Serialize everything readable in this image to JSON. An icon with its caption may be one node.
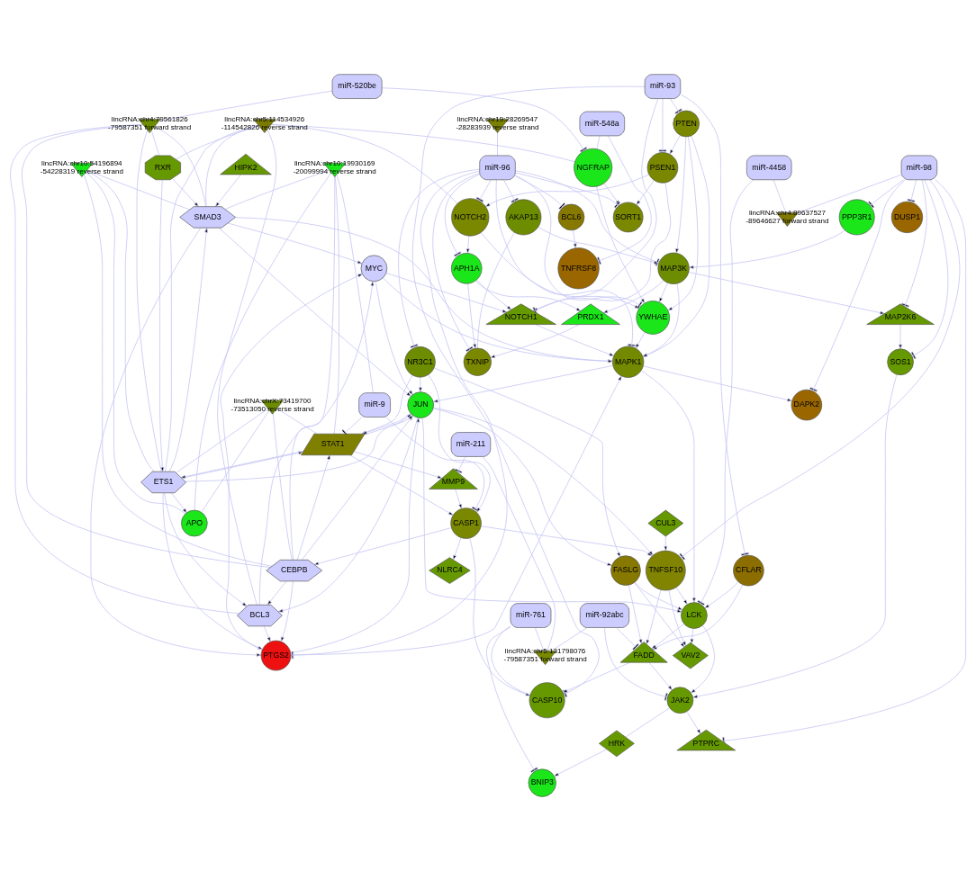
{
  "diagram": {
    "nodes": [
      {
        "text": [
          "miR-520be"
        ]
      },
      {
        "text": [
          "HIPK2"
        ]
      },
      {
        "text": [
          "lincRNA:chr10:54196894 -54228319 reverse strand"
        ]
      },
      {
        "text": [
          "lincRNA:chr4:79561826 -79587351 forward strand"
        ]
      },
      {
        "text": [
          "miR-548a"
        ]
      },
      {
        "text": [
          "NGFRAP"
        ]
      },
      {
        "text": [
          "lincRNA:chrX:73419700 -73513050 reverse strand"
        ]
      },
      {
        "text": [
          "lincRNA:chr10:19930169 -20099994 reverse strand"
        ]
      },
      {
        "text": [
          "miR-9"
        ]
      },
      {
        "text": [
          "lincRNA:chr5:114534926 -114542826 reverse strand"
        ]
      },
      {
        "text": [
          "RXR"
        ]
      },
      {
        "text": [
          "APO"
        ]
      },
      {
        "text": [
          "NLRC4"
        ]
      },
      {
        "text": [
          "SMAD3"
        ]
      },
      {
        "text": [
          "ETS1"
        ]
      },
      {
        "text": [
          "CEBPB"
        ]
      },
      {
        "text": [
          "TNFRSF8"
        ]
      },
      {
        "text": [
          "SORT1"
        ]
      },
      {
        "text": [
          "NOTCH2"
        ]
      },
      {
        "text": [
          "PSEN1"
        ]
      },
      {
        "text": [
          "BCL3"
        ]
      },
      {
        "text": [
          "STAT1"
        ]
      },
      {
        "text": [
          "MMP9"
        ]
      },
      {
        "text": [
          "CASP1"
        ]
      },
      {
        "text": [
          "miR-93"
        ]
      },
      {
        "text": [
          "MYC"
        ]
      },
      {
        "text": [
          "PTGS2"
        ]
      },
      {
        "text": [
          "miR-211"
        ]
      },
      {
        "text": [
          "BCL6"
        ]
      },
      {
        "text": [
          "YWHAE"
        ]
      },
      {
        "text": [
          "NR3C1"
        ]
      },
      {
        "text": [
          "APH1A"
        ]
      },
      {
        "text": [
          "PRDX1"
        ]
      },
      {
        "text": [
          "miR-96"
        ]
      },
      {
        "text": [
          "NOTCH1"
        ]
      },
      {
        "text": [
          "MAPK1"
        ]
      },
      {
        "text": [
          "JUN"
        ]
      },
      {
        "text": [
          "FASLG"
        ]
      },
      {
        "text": [
          "TNFSF10"
        ]
      },
      {
        "text": [
          "CUL3"
        ]
      },
      {
        "text": [
          "VAV2"
        ]
      },
      {
        "text": [
          "PTEN"
        ]
      },
      {
        "text": [
          "MAP3K"
        ]
      },
      {
        "text": [
          "CFLAR"
        ]
      },
      {
        "text": [
          "LCK"
        ]
      },
      {
        "text": [
          "FADD"
        ]
      },
      {
        "text": [
          "lincRNA:chr19:28269547 -28283939 reverse strand"
        ]
      },
      {
        "text": [
          "TXNIP"
        ]
      },
      {
        "text": [
          "AKAP13"
        ]
      },
      {
        "text": [
          "miR-98"
        ]
      },
      {
        "text": [
          "CASP10"
        ]
      },
      {
        "text": [
          "miR-92abc"
        ]
      },
      {
        "text": [
          "lincRNA:chr5:131798076 -79587351 forward strand"
        ]
      },
      {
        "text": [
          "JAK2"
        ]
      },
      {
        "text": [
          "DUSP1"
        ]
      },
      {
        "text": [
          "MAP2K6"
        ]
      },
      {
        "text": [
          "SOS1"
        ]
      },
      {
        "text": [
          "DAPK2"
        ]
      },
      {
        "text": [
          "PPP3R1"
        ]
      },
      {
        "text": [
          "PTPRC"
        ]
      },
      {
        "text": [
          "HRK"
        ]
      },
      {
        "text": [
          "miR-761"
        ]
      },
      {
        "text": [
          "miR-4458"
        ]
      },
      {
        "text": [
          "lincRNA:chr4:89637527 -89646627 forward strand"
        ]
      },
      {
        "text": [
          "BNIP3"
        ]
      }
    ],
    "edges": [
      {
        "from": 0,
        "to": 5,
        "arrow": "other"
      },
      {
        "from": 0,
        "to": 3,
        "arrow": "none"
      },
      {
        "from": 4,
        "to": 5,
        "arrow": "none"
      },
      {
        "from": 4,
        "to": 16,
        "arrow": "other"
      },
      {
        "from": 5,
        "to": 17,
        "arrow": "to"
      },
      {
        "from": 5,
        "to": 29,
        "arrow": "to"
      },
      {
        "from": 9,
        "to": 5,
        "arrow": "none"
      },
      {
        "from": 1,
        "to": 13,
        "arrow": "to"
      },
      {
        "from": 9,
        "to": 10,
        "arrow": "none"
      },
      {
        "from": 9,
        "to": 13,
        "arrow": "none"
      },
      {
        "from": 9,
        "to": 14,
        "arrow": "none"
      },
      {
        "from": 9,
        "to": 20,
        "arrow": "none"
      },
      {
        "from": 9,
        "to": 18,
        "arrow": "none"
      },
      {
        "from": 3,
        "to": 10,
        "arrow": "none"
      },
      {
        "from": 3,
        "to": 13,
        "arrow": "none"
      },
      {
        "from": 3,
        "to": 14,
        "arrow": "none"
      },
      {
        "from": 3,
        "to": 15,
        "arrow": "none"
      },
      {
        "from": 3,
        "to": 20,
        "arrow": "none"
      },
      {
        "from": 2,
        "to": 11,
        "arrow": "none"
      },
      {
        "from": 2,
        "to": 13,
        "arrow": "none"
      },
      {
        "from": 2,
        "to": 14,
        "arrow": "none"
      },
      {
        "from": 2,
        "to": 15,
        "arrow": "none"
      },
      {
        "from": 6,
        "to": 11,
        "arrow": "none"
      },
      {
        "from": 6,
        "to": 14,
        "arrow": "none"
      },
      {
        "from": 6,
        "to": 15,
        "arrow": "none"
      },
      {
        "from": 6,
        "to": 21,
        "arrow": "none"
      },
      {
        "from": 7,
        "to": 8,
        "arrow": "none"
      },
      {
        "from": 7,
        "to": 11,
        "arrow": "none"
      },
      {
        "from": 7,
        "to": 13,
        "arrow": "none"
      },
      {
        "from": 7,
        "to": 15,
        "arrow": "none"
      },
      {
        "from": 7,
        "to": 21,
        "arrow": "none"
      },
      {
        "from": 8,
        "to": 23,
        "arrow": "other"
      },
      {
        "from": 8,
        "to": 21,
        "arrow": "other"
      },
      {
        "from": 23,
        "to": 12,
        "arrow": "to"
      },
      {
        "from": 27,
        "to": 22,
        "arrow": "other"
      },
      {
        "from": 27,
        "to": 52,
        "arrow": "none"
      },
      {
        "from": 39,
        "to": 38,
        "arrow": "to"
      },
      {
        "from": 51,
        "to": 52,
        "arrow": "none"
      },
      {
        "from": 51,
        "to": 53,
        "arrow": "other"
      },
      {
        "from": 51,
        "to": 45,
        "arrow": "other"
      },
      {
        "from": 61,
        "to": 52,
        "arrow": "none"
      },
      {
        "from": 61,
        "to": 64,
        "arrow": "other"
      },
      {
        "from": 61,
        "to": 50,
        "arrow": "none"
      },
      {
        "from": 60,
        "to": 64,
        "arrow": "to"
      },
      {
        "from": 53,
        "to": 60,
        "arrow": "none"
      },
      {
        "from": 53,
        "to": 59,
        "arrow": "to"
      },
      {
        "from": 62,
        "to": 44,
        "arrow": "other"
      },
      {
        "from": 62,
        "to": 63,
        "arrow": "none"
      },
      {
        "from": 49,
        "to": 63,
        "arrow": "none"
      },
      {
        "from": 49,
        "to": 54,
        "arrow": "other"
      },
      {
        "from": 49,
        "to": 57,
        "arrow": "other"
      },
      {
        "from": 49,
        "to": 56,
        "arrow": "other"
      },
      {
        "from": 49,
        "to": 55,
        "arrow": "other"
      },
      {
        "from": 49,
        "to": 58,
        "arrow": "other"
      },
      {
        "from": 49,
        "to": 38,
        "arrow": "other"
      },
      {
        "from": 49,
        "to": 59,
        "arrow": "other"
      },
      {
        "from": 55,
        "to": 56,
        "arrow": "to"
      },
      {
        "from": 58,
        "to": 42,
        "arrow": "to"
      },
      {
        "from": 42,
        "to": 55,
        "arrow": "to"
      },
      {
        "from": 56,
        "to": 53,
        "arrow": "to"
      },
      {
        "from": 35,
        "to": 57,
        "arrow": "to"
      },
      {
        "from": 46,
        "to": 33,
        "arrow": "none"
      },
      {
        "from": 28,
        "to": 16,
        "arrow": "to"
      },
      {
        "from": 31,
        "to": 32,
        "arrow": "to"
      },
      {
        "from": 32,
        "to": 47,
        "arrow": "to"
      },
      {
        "from": 31,
        "to": 47,
        "arrow": "to"
      },
      {
        "from": 48,
        "to": 47,
        "arrow": "none"
      },
      {
        "from": 48,
        "to": 42,
        "arrow": "to"
      },
      {
        "from": 42,
        "to": 32,
        "arrow": "to"
      },
      {
        "from": 24,
        "to": 41,
        "arrow": "other"
      },
      {
        "from": 24,
        "to": 19,
        "arrow": "other"
      },
      {
        "from": 24,
        "to": 34,
        "arrow": "other"
      },
      {
        "from": 24,
        "to": 50,
        "arrow": "other"
      },
      {
        "from": 24,
        "to": 43,
        "arrow": "other"
      },
      {
        "from": 33,
        "to": 17,
        "arrow": "other"
      },
      {
        "from": 33,
        "to": 18,
        "arrow": "other"
      },
      {
        "from": 33,
        "to": 31,
        "arrow": "other"
      },
      {
        "from": 33,
        "to": 28,
        "arrow": "other"
      },
      {
        "from": 33,
        "to": 29,
        "arrow": "other"
      },
      {
        "from": 33,
        "to": 48,
        "arrow": "other"
      },
      {
        "from": 33,
        "to": 42,
        "arrow": "other"
      },
      {
        "from": 33,
        "to": 47,
        "arrow": "other"
      },
      {
        "from": 33,
        "to": 35,
        "arrow": "other"
      },
      {
        "from": 33,
        "to": 30,
        "arrow": "other"
      },
      {
        "from": 33,
        "to": 26,
        "arrow": "other"
      },
      {
        "from": 19,
        "to": 17,
        "arrow": "to"
      },
      {
        "from": 19,
        "to": 18,
        "arrow": "to"
      },
      {
        "from": 18,
        "to": 31,
        "arrow": "to"
      },
      {
        "from": 18,
        "to": 29,
        "arrow": "to"
      },
      {
        "from": 41,
        "to": 19,
        "arrow": "to"
      },
      {
        "from": 41,
        "to": 29,
        "arrow": "to"
      },
      {
        "from": 42,
        "to": 29,
        "arrow": "to"
      },
      {
        "from": 41,
        "to": 42,
        "arrow": "to"
      },
      {
        "from": 41,
        "to": 35,
        "arrow": "to"
      },
      {
        "from": 42,
        "to": 35,
        "arrow": "to"
      },
      {
        "from": 10,
        "to": 13,
        "arrow": "to"
      },
      {
        "from": 10,
        "to": 14,
        "arrow": "to"
      },
      {
        "from": 14,
        "to": 11,
        "arrow": "to"
      },
      {
        "from": 14,
        "to": 13,
        "arrow": "to"
      },
      {
        "from": 14,
        "to": 20,
        "arrow": "to"
      },
      {
        "from": 15,
        "to": 20,
        "arrow": "to"
      },
      {
        "from": 13,
        "to": 25,
        "arrow": "to"
      },
      {
        "from": 20,
        "to": 25,
        "arrow": "to"
      },
      {
        "from": 26,
        "to": 25,
        "arrow": "to"
      },
      {
        "from": 25,
        "to": 34,
        "arrow": "to"
      },
      {
        "from": 25,
        "to": 35,
        "arrow": "to"
      },
      {
        "from": 25,
        "to": 36,
        "arrow": "to"
      },
      {
        "from": 13,
        "to": 26,
        "arrow": "to"
      },
      {
        "from": 14,
        "to": 26,
        "arrow": "to"
      },
      {
        "from": 15,
        "to": 26,
        "arrow": "to"
      },
      {
        "from": 20,
        "to": 26,
        "arrow": "to"
      },
      {
        "from": 26,
        "to": 35,
        "arrow": "to"
      },
      {
        "from": 26,
        "to": 36,
        "arrow": "to"
      },
      {
        "from": 36,
        "to": 20,
        "arrow": "to"
      },
      {
        "from": 13,
        "to": 35,
        "arrow": "to"
      },
      {
        "from": 13,
        "to": 36,
        "arrow": "to"
      },
      {
        "from": 14,
        "to": 36,
        "arrow": "to"
      },
      {
        "from": 15,
        "to": 36,
        "arrow": "to"
      },
      {
        "from": 21,
        "to": 36,
        "arrow": "to"
      },
      {
        "from": 15,
        "to": 21,
        "arrow": "to"
      },
      {
        "from": 14,
        "to": 21,
        "arrow": "to"
      },
      {
        "from": 21,
        "to": 14,
        "arrow": "to"
      },
      {
        "from": 23,
        "to": 15,
        "arrow": "to"
      },
      {
        "from": 21,
        "to": 22,
        "arrow": "to"
      },
      {
        "from": 21,
        "to": 23,
        "arrow": "to"
      },
      {
        "from": 22,
        "to": 23,
        "arrow": "to"
      },
      {
        "from": 30,
        "to": 23,
        "arrow": "to"
      },
      {
        "from": 30,
        "to": 21,
        "arrow": "to"
      },
      {
        "from": 36,
        "to": 21,
        "arrow": "to"
      },
      {
        "from": 30,
        "to": 36,
        "arrow": "to"
      },
      {
        "from": 30,
        "to": 37,
        "arrow": "to"
      },
      {
        "from": 23,
        "to": 38,
        "arrow": "to"
      },
      {
        "from": 23,
        "to": 50,
        "arrow": "to"
      },
      {
        "from": 34,
        "to": 35,
        "arrow": "to"
      },
      {
        "from": 35,
        "to": 36,
        "arrow": "to"
      },
      {
        "from": 36,
        "to": 44,
        "arrow": "to"
      },
      {
        "from": 35,
        "to": 44,
        "arrow": "to"
      },
      {
        "from": 43,
        "to": 44,
        "arrow": "to"
      },
      {
        "from": 37,
        "to": 44,
        "arrow": "to"
      },
      {
        "from": 38,
        "to": 44,
        "arrow": "to"
      },
      {
        "from": 44,
        "to": 45,
        "arrow": "to"
      },
      {
        "from": 37,
        "to": 45,
        "arrow": "to"
      },
      {
        "from": 38,
        "to": 45,
        "arrow": "to"
      },
      {
        "from": 43,
        "to": 45,
        "arrow": "to"
      },
      {
        "from": 45,
        "to": 50,
        "arrow": "to"
      },
      {
        "from": 44,
        "to": 53,
        "arrow": "to"
      },
      {
        "from": 45,
        "to": 53,
        "arrow": "to"
      },
      {
        "from": 44,
        "to": 40,
        "arrow": "to"
      },
      {
        "from": 37,
        "to": 40,
        "arrow": "to"
      },
      {
        "from": 38,
        "to": 40,
        "arrow": "to"
      },
      {
        "from": 36,
        "to": 37,
        "arrow": "to"
      },
      {
        "from": 36,
        "to": 38,
        "arrow": "to"
      },
      {
        "from": 29,
        "to": 35,
        "arrow": "to"
      },
      {
        "from": 31,
        "to": 34,
        "arrow": "to"
      },
      {
        "from": 19,
        "to": 34,
        "arrow": "to"
      }
    ]
  }
}
